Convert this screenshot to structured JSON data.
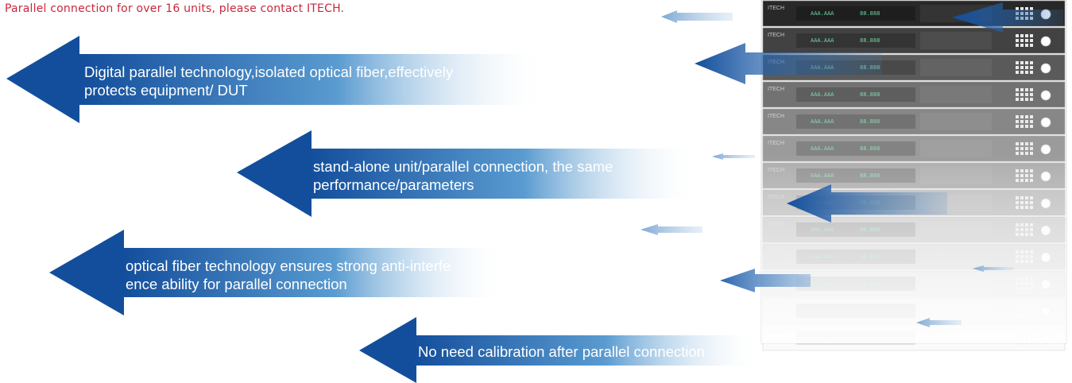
{
  "note": {
    "text": "Parallel connection for over 16 units, please contact ITECH.",
    "color": "#c8283c"
  },
  "features": [
    {
      "lines": [
        "Digital parallel technology,isolated optical fiber,effectively",
        "protects equipment/ DUT"
      ]
    },
    {
      "lines": [
        "stand-alone unit/parallel connection, the same",
        "performance/parameters"
      ]
    },
    {
      "lines": [
        "optical fiber technology ensures strong anti-interfe",
        "ence ability for parallel connection"
      ]
    },
    {
      "lines": [
        "No need calibration after parallel connection"
      ]
    }
  ],
  "rack": {
    "brand": "ITECH",
    "unit_count": 13,
    "display_main": "AAA.AAA",
    "display_second": "88.888"
  },
  "colors": {
    "arrow_dark": "#134e9c",
    "arrow_mid": "#3f7fc0",
    "rack_dark": "#1f1f1f"
  }
}
